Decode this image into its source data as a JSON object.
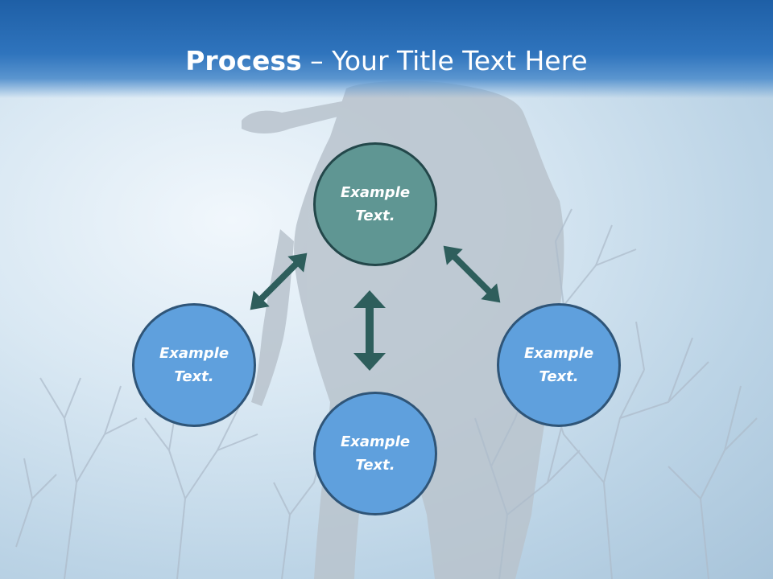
{
  "title": {
    "bold": "Process",
    "rest": " – Your Title Text Here"
  },
  "circles": [
    {
      "line1": "Example",
      "line2": "Text."
    },
    {
      "line1": "Example",
      "line2": "Text."
    },
    {
      "line1": "Example",
      "line2": "Text."
    },
    {
      "line1": "Example",
      "line2": "Text."
    }
  ],
  "colors": {
    "title_bar": "#2f74bd",
    "top_circle": "#5f9693",
    "blue_circle": "#5fa0dd",
    "arrow": "#2e5e5c"
  }
}
